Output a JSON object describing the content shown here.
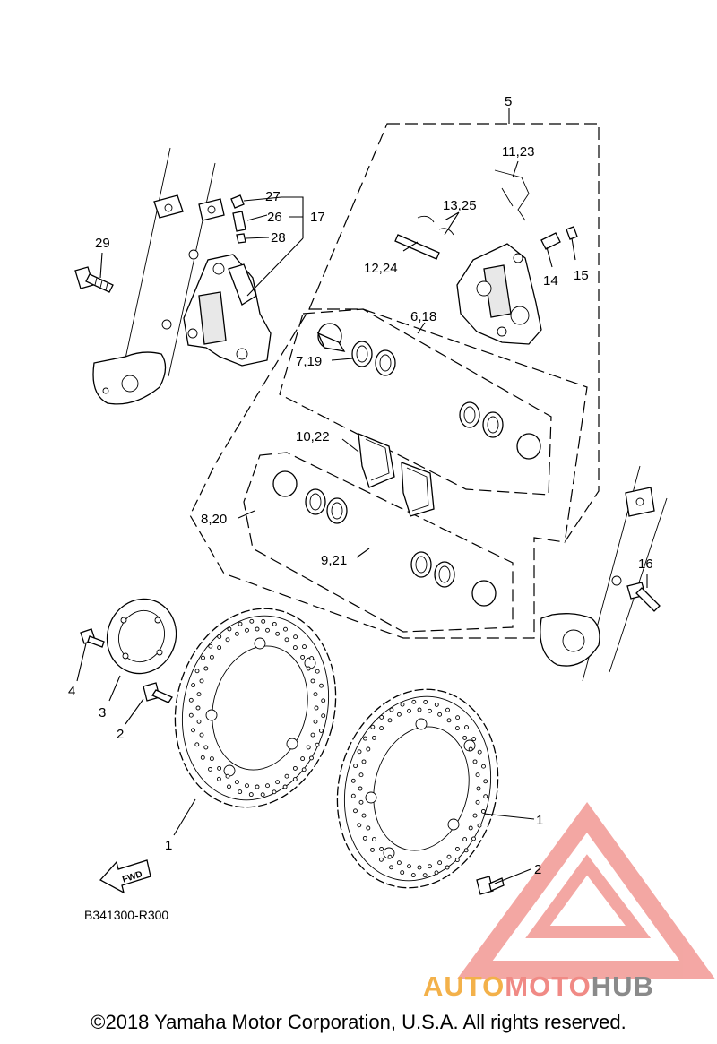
{
  "diagram": {
    "callouts": [
      "1",
      "1",
      "2",
      "2",
      "3",
      "4",
      "5",
      "6,18",
      "7,19",
      "8,20",
      "9,21",
      "10,22",
      "11,23",
      "12,24",
      "13,25",
      "14",
      "15",
      "16",
      "17",
      "26",
      "27",
      "28",
      "29"
    ],
    "fwd_label": "FWD",
    "ref_code": "B341300-R300"
  },
  "watermark": {
    "part1": "AUTO",
    "part2": "MOTO",
    "part3": "HUB",
    "colors": {
      "orange": "#f3b14a",
      "pink": "#f08a85",
      "gray": "#8a8a8a"
    }
  },
  "footer": {
    "copyright": "©2018 Yamaha Motor Corporation, U.S.A. All rights reserved."
  }
}
